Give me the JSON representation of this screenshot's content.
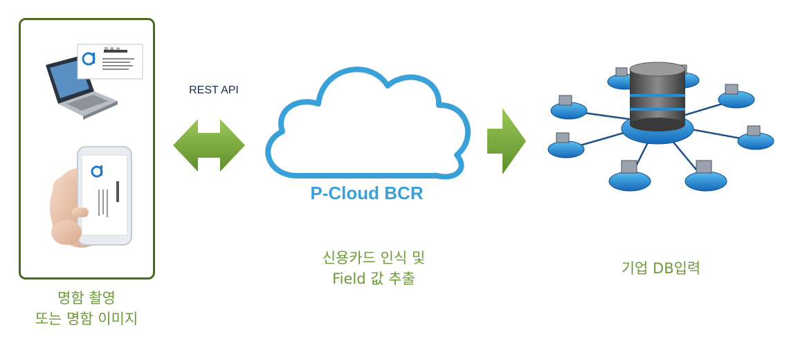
{
  "flow": {
    "left_caption": [
      "명함 촬영",
      "또는 명함 이미지"
    ],
    "api_label": "REST API",
    "cloud_label": "P-Cloud BCR",
    "middle_caption": [
      "신용카드 인식 및",
      "Field 값 추출"
    ],
    "right_caption": "기업 DB입력"
  },
  "business_card": {
    "name": "정 은 호"
  },
  "icons": [
    "laptop-icon",
    "business-card-icon",
    "smartphone-icon",
    "double-arrow-icon",
    "cloud-icon",
    "right-arrow-icon",
    "database-network-icon"
  ],
  "colors": {
    "green": "#7aab3c",
    "caption_green": "#6b9a34",
    "frame": "#4a6a1f",
    "cloud_blue": "#3aa0d8",
    "node_blue": "#1e8fd8"
  }
}
